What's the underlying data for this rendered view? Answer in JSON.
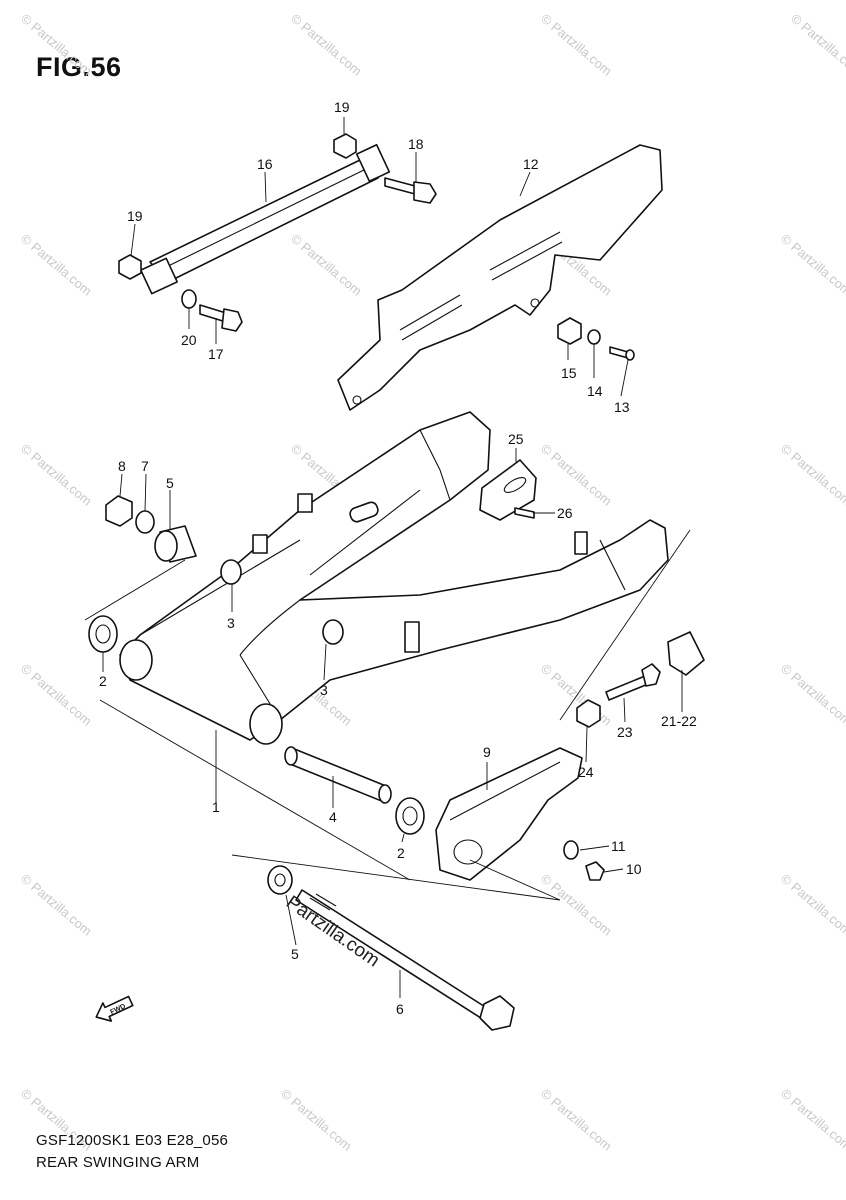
{
  "figure": {
    "title": "FIG.56",
    "footer_code": "GSF1200SK1 E03 E28_056",
    "footer_name": "REAR SWINGING ARM"
  },
  "watermark": {
    "text": "© Partzilla.com",
    "overlay": "Partzilla.com"
  },
  "direction_label": "FWD",
  "callouts": [
    {
      "id": "c19a",
      "label": "19"
    },
    {
      "id": "c18",
      "label": "18"
    },
    {
      "id": "c16",
      "label": "16"
    },
    {
      "id": "c12",
      "label": "12"
    },
    {
      "id": "c19b",
      "label": "19"
    },
    {
      "id": "c20",
      "label": "20"
    },
    {
      "id": "c17",
      "label": "17"
    },
    {
      "id": "c15",
      "label": "15"
    },
    {
      "id": "c14",
      "label": "14"
    },
    {
      "id": "c13",
      "label": "13"
    },
    {
      "id": "c8",
      "label": "8"
    },
    {
      "id": "c7",
      "label": "7"
    },
    {
      "id": "c5a",
      "label": "5"
    },
    {
      "id": "c25",
      "label": "25"
    },
    {
      "id": "c26",
      "label": "26"
    },
    {
      "id": "c3a",
      "label": "3"
    },
    {
      "id": "c3b",
      "label": "3"
    },
    {
      "id": "c2a",
      "label": "2"
    },
    {
      "id": "c1",
      "label": "1"
    },
    {
      "id": "c4",
      "label": "4"
    },
    {
      "id": "c2b",
      "label": "2"
    },
    {
      "id": "c9",
      "label": "9"
    },
    {
      "id": "c24",
      "label": "24"
    },
    {
      "id": "c23",
      "label": "23"
    },
    {
      "id": "c2122",
      "label": "21-22"
    },
    {
      "id": "c11",
      "label": "11"
    },
    {
      "id": "c10",
      "label": "10"
    },
    {
      "id": "c5b",
      "label": "5"
    },
    {
      "id": "c6",
      "label": "6"
    }
  ]
}
